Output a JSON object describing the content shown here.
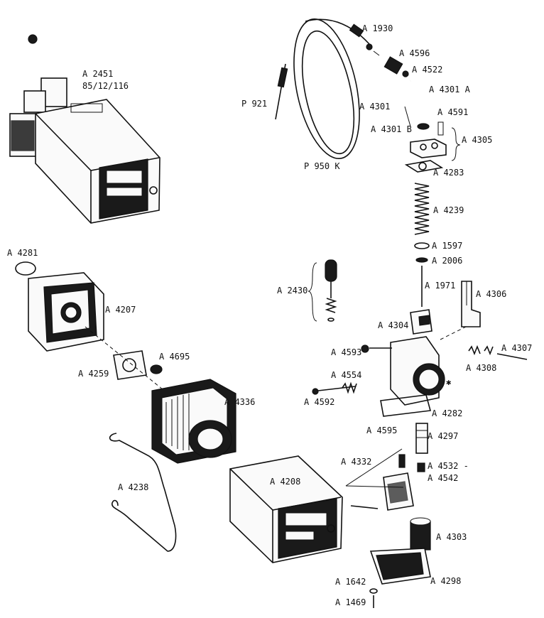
{
  "labels": {
    "a2451_line1": "A 2451",
    "a2451_line2": "85/12/116",
    "a1930": "A 1930",
    "a4596": "A 4596",
    "a4522": "A 4522",
    "a4301a": "A 4301 A",
    "p921": "P 921",
    "a4301": "A 4301",
    "a4591": "A 4591",
    "a4301b": "A 4301 B",
    "a4305": "A 4305",
    "p950k": "P 950 K",
    "a4283": "A 4283",
    "a4239": "A 4239",
    "a1597": "A 1597",
    "a2006": "A 2006",
    "a4281": "A 4281",
    "a2430": "A 2430",
    "a1971": "A 1971",
    "a4306": "A 4306",
    "a4207": "A 4207",
    "a4304": "A 4304",
    "a4307": "A 4307",
    "a4593": "A 4593",
    "a4695": "A 4695",
    "a4308": "A 4308",
    "a4259": "A 4259",
    "a4554": "A 4554",
    "a4336": "A 4336",
    "a4592": "A 4592",
    "a4282": "A 4282",
    "a4595": "A 4595",
    "a4297": "A 4297",
    "a4238": "A 4238",
    "a4332": "A 4332",
    "a4532": "A 4532 -",
    "a4542": "A 4542",
    "a4208": "A 4208",
    "a4303": "A 4303",
    "a1642": "A 1642",
    "a4298": "A 4298",
    "a1469": "A 1469"
  }
}
